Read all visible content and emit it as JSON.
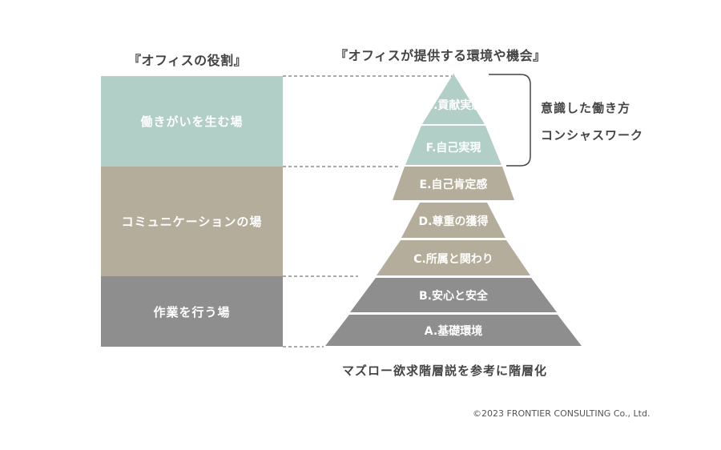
{
  "headings": {
    "left": "『オフィスの役割』",
    "right": "『オフィスが提供する環境や機会』"
  },
  "roles": [
    {
      "label": "働きがいを生む場",
      "color": "#b1cfc7"
    },
    {
      "label": "コミュニケーションの場",
      "color": "#b5ad9b"
    },
    {
      "label": "作業を行う場",
      "color": "#8e8e8e"
    }
  ],
  "pyramid": {
    "levels": [
      {
        "label": "A.基礎環境",
        "color": "#8e8e8e"
      },
      {
        "label": "B.安心と安全",
        "color": "#8e8e8e"
      },
      {
        "label": "C.所属と関わり",
        "color": "#b5ad9b"
      },
      {
        "label": "D.尊重の獲得",
        "color": "#b5ad9b"
      },
      {
        "label": "E.自己肯定感",
        "color": "#b5ad9b"
      },
      {
        "label": "F.自己実現",
        "color": "#b1cfc7"
      },
      {
        "label": "G.貢献実感",
        "color": "#b1cfc7"
      }
    ]
  },
  "bracket_labels": {
    "line1": "意識した働き方",
    "line2": "コンシャスワーク"
  },
  "caption": "マズロー欲求階層説を参考に階層化",
  "copyright": "©2023 FRONTIER CONSULTING Co., Ltd."
}
